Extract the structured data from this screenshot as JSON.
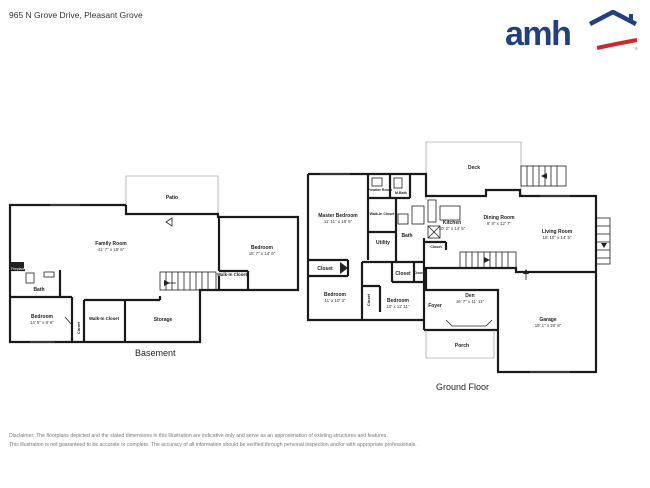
{
  "header": {
    "address": "965 N Grove Drive, Pleasant Grove"
  },
  "logo": {
    "text": "amh",
    "colors": {
      "text": "#1f3f86",
      "roof": "#1f3f86",
      "swoosh": "#d0262e"
    },
    "icon": "house-roof-icon"
  },
  "floors": {
    "basement": {
      "label": "Basement",
      "rooms": [
        {
          "name": "Patio",
          "dims": ""
        },
        {
          "name": "Family Room",
          "dims": "41' 7\" x 18' 6\""
        },
        {
          "name": "Bedroom",
          "dims": "15' 7\" x 14' 6\""
        },
        {
          "name": "Walk-In Closet",
          "dims": ""
        },
        {
          "name": "Fireplace",
          "dims": ""
        },
        {
          "name": "Bath",
          "dims": ""
        },
        {
          "name": "Bedroom",
          "dims": "14' 5\" x 8' 8\""
        },
        {
          "name": "Closet",
          "dims": ""
        },
        {
          "name": "Walk-In Closet",
          "dims": ""
        },
        {
          "name": "Storage",
          "dims": ""
        }
      ]
    },
    "ground": {
      "label": "Ground Floor",
      "rooms": [
        {
          "name": "Deck",
          "dims": ""
        },
        {
          "name": "Master Bedroom",
          "dims": "11' 11\" x 18' 5\""
        },
        {
          "name": "Powder Room",
          "dims": ""
        },
        {
          "name": "M.Bath",
          "dims": ""
        },
        {
          "name": "Walk-In Closet",
          "dims": ""
        },
        {
          "name": "Kitchen",
          "dims": "10' 2\" x 14' 5\""
        },
        {
          "name": "Dining Room",
          "dims": "8' 8\" x 12' 7\""
        },
        {
          "name": "Living Room",
          "dims": "15' 10\" x 14' 5\""
        },
        {
          "name": "Utility",
          "dims": ""
        },
        {
          "name": "Bath",
          "dims": ""
        },
        {
          "name": "Closet",
          "dims": ""
        },
        {
          "name": "Closet",
          "dims": ""
        },
        {
          "name": "Closet",
          "dims": ""
        },
        {
          "name": "Closet",
          "dims": ""
        },
        {
          "name": "Bedroom",
          "dims": "11' x 10' 3\""
        },
        {
          "name": "Closet",
          "dims": ""
        },
        {
          "name": "Bedroom",
          "dims": "10' x 11' 11\""
        },
        {
          "name": "Foyer",
          "dims": ""
        },
        {
          "name": "Den",
          "dims": "16' 7\" x 11' 11\""
        },
        {
          "name": "Garage",
          "dims": "19' 1\" x 20' 8\""
        },
        {
          "name": "Porch",
          "dims": ""
        }
      ]
    }
  },
  "disclaimer": {
    "line1": "Disclaimer: The floorplans depicted and the stated dimensions in this illustration are indicative only and serve as an approximation of existing structures and features.",
    "line2": "This illustration is not guaranteed to be accurate or complete. The accuracy of all information should be verified through personal inspection and/or with appropriate professionals."
  }
}
